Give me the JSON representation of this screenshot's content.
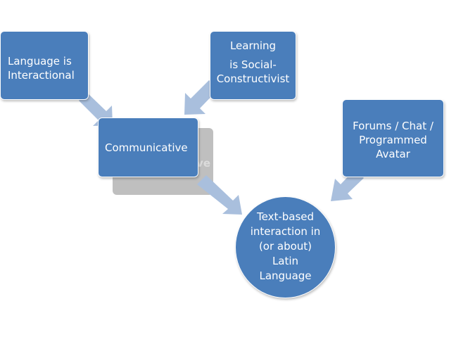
{
  "diagram": {
    "colors": {
      "node": "#4a7ebb",
      "arrow": "#a9bfdd",
      "shadow": "#bfbfbf"
    },
    "nodes": {
      "language": {
        "lines": [
          "Language is",
          "Interactional"
        ]
      },
      "learning": {
        "lines": [
          "Learning",
          "is Social-",
          "Constructivist"
        ]
      },
      "communicative": {
        "label": "Communicative",
        "shadow_fragment": "ve"
      },
      "forums": {
        "lines": [
          "Forums / Chat /",
          "Programmed",
          "Avatar"
        ]
      },
      "text_based": {
        "lines": [
          "Text-based",
          "interaction in",
          "(or about)",
          "Latin",
          "Language"
        ]
      }
    }
  }
}
